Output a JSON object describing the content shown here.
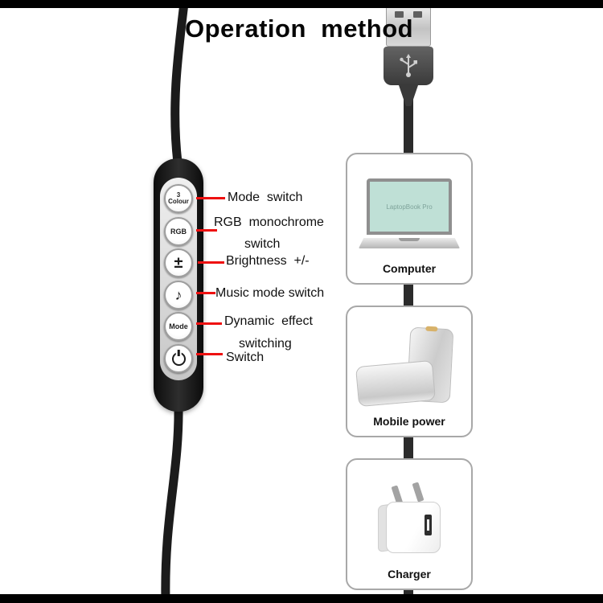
{
  "title": "Operation  method",
  "remote": {
    "buttons": [
      {
        "line1": "3",
        "line2": "Colour"
      },
      {
        "label": "RGB"
      },
      {
        "label": "±"
      },
      {
        "icon": "♪"
      },
      {
        "label": "Mode"
      },
      {
        "icon": "power-symbol"
      }
    ]
  },
  "annotations": [
    {
      "text": "Mode  switch"
    },
    {
      "text": "RGB  monochrome",
      "text2": "switch"
    },
    {
      "text": "Brightness  +/-"
    },
    {
      "text": "Music mode switch"
    },
    {
      "text": "Dynamic  effect",
      "text2": "switching"
    },
    {
      "text": "Switch"
    }
  ],
  "devices": [
    {
      "label": "Computer",
      "screen_text": "LaptopBook Pro"
    },
    {
      "label": "Mobile power"
    },
    {
      "label": "Charger"
    }
  ],
  "colors": {
    "annotation_line": "#ee1010",
    "remote_body": "#141414",
    "laptop_screen": "#bfe0d6",
    "cable": "#222222"
  }
}
